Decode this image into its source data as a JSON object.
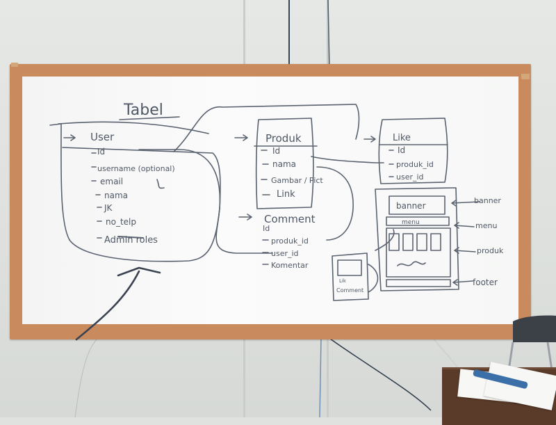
{
  "whiteboard": {
    "title": "Tabel",
    "tables": [
      {
        "name": "User",
        "fields": [
          "Id",
          "username (optional)",
          "email",
          "nama",
          "JK",
          "no_telp",
          "Admin roles"
        ]
      },
      {
        "name": "Produk",
        "fields": [
          "Id",
          "nama",
          "Gambar / Pict",
          "Link"
        ]
      },
      {
        "name": "Like",
        "fields": [
          "Id",
          "produk_id",
          "user_id"
        ]
      },
      {
        "name": "Comment",
        "fields": [
          "Id",
          "produk_id",
          "user_id",
          "Komentar"
        ]
      }
    ],
    "layout_sketch": {
      "labels": [
        "banner",
        "menu",
        "produk",
        "footer"
      ],
      "inner": {
        "banner": "banner",
        "menu": "menu"
      }
    },
    "phone_sketch": {
      "labels": [
        "Lik",
        "Comment"
      ]
    }
  },
  "colors": {
    "ink": "#4f5866",
    "frame": "#c98a5e",
    "board": "#f7f8f7"
  }
}
